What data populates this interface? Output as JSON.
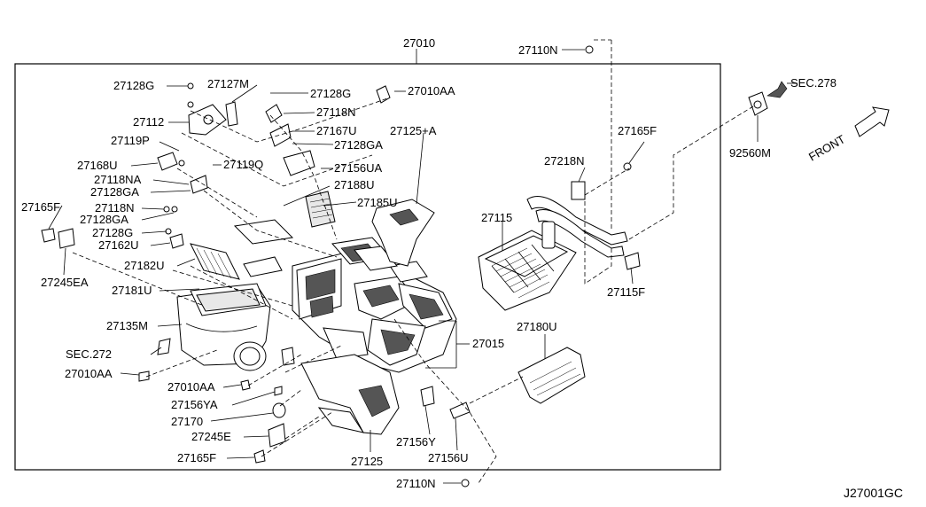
{
  "diagram": {
    "drawing_code": "J27001GC",
    "front_label": "FRONT",
    "labels": {
      "p27010": "27010",
      "p27110N_top": "27110N",
      "p27110N_bottom": "27110N",
      "p27010AA_top": "27010AA",
      "p27128G_1": "27128G",
      "p27127M": "27127M",
      "p27128G_2": "27128G",
      "p27118N_1": "27118N",
      "p27112": "27112",
      "p27167U": "27167U",
      "p27119P": "27119P",
      "p27128GA_1": "27128GA",
      "p27125A": "27125+A",
      "p27168U": "27168U",
      "p27119Q": "27119Q",
      "p27156UA": "27156UA",
      "p27118NA": "27118NA",
      "p27188U": "27188U",
      "p27128GA_2": "27128GA",
      "p27185U": "27185U",
      "p27165F_left": "27165F",
      "p27118N_2": "27118N",
      "p27128GA_3": "27128GA",
      "p27128G_3": "27128G",
      "p27162U": "27162U",
      "p27182U": "27182U",
      "p27245EA": "27245EA",
      "p27181U": "27181U",
      "p27135M": "27135M",
      "sec272": "SEC.272",
      "p27010AA_left": "27010AA",
      "p27010AA_mid": "27010AA",
      "p27156YA": "27156YA",
      "p27170": "27170",
      "p27245E": "27245E",
      "p27165F_bottom": "27165F",
      "p27125": "27125",
      "p27156Y": "27156Y",
      "p27156U": "27156U",
      "p27015": "27015",
      "p27180U": "27180U",
      "p27115": "27115",
      "p27218N": "27218N",
      "p27165F_right": "27165F",
      "p27115F": "27115F",
      "sec278": "SEC.278",
      "p92560M": "92560M"
    }
  }
}
